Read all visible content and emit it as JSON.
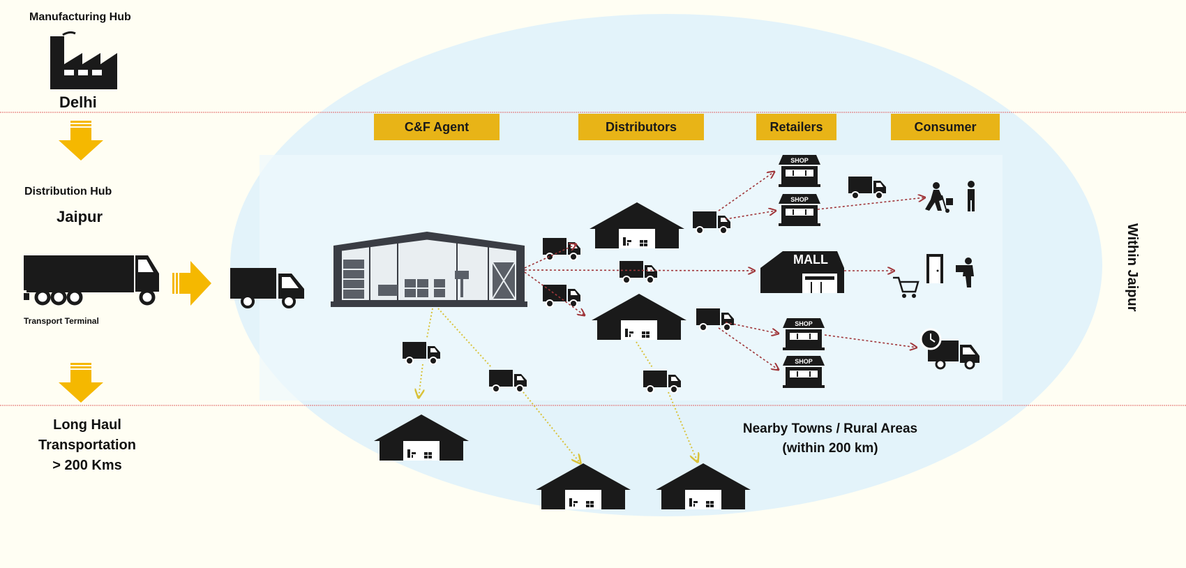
{
  "manufacturing": {
    "title": "Manufacturing Hub",
    "city": "Delhi"
  },
  "distribution": {
    "title": "Distribution Hub",
    "city": "Jaipur",
    "terminal_label": "Transport Terminal"
  },
  "long_haul": {
    "line1": "Long Haul",
    "line2": "Transportation",
    "line3": "> 200 Kms"
  },
  "stages": [
    "C&F Agent",
    "Distributors",
    "Retailers",
    "Consumer"
  ],
  "zone": {
    "within": "Within Jaipur",
    "nearby_line1": "Nearby Towns / Rural Areas",
    "nearby_line2": "(within 200 km)"
  },
  "shop_sign": "SHOP",
  "mall_sign": "MALL",
  "colors": {
    "accent": "#f5b800",
    "stage_box": "#e8b417",
    "zone": "#e3f3fa",
    "urban_arrow": "#a0363a",
    "rural_arrow": "#d9c23a",
    "divider": "#e06666",
    "icon": "#1a1a1a"
  },
  "icons": [
    "factory-icon",
    "semi-truck-icon",
    "delivery-truck-icon",
    "cf-warehouse-icon",
    "distributor-warehouse-icon",
    "shop-icon",
    "mall-icon",
    "delivery-person-icon",
    "doorstep-delivery-icon",
    "shopping-cart-icon",
    "scheduled-delivery-icon",
    "rural-warehouse-icon"
  ]
}
